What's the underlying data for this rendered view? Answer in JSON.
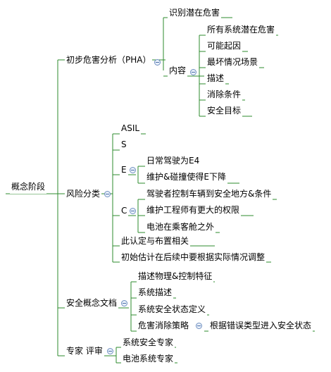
{
  "colors": {
    "line": "#2e8b2e",
    "toggle": "#6f8fc0"
  },
  "root": {
    "label": "概念阶段"
  },
  "pha": {
    "label": "初步危害分析（PHA）",
    "identify": "识别潜在危害",
    "content": {
      "label": "内容",
      "items": [
        "所有系统潜在危害",
        "可能起因",
        "最坏情况场景",
        "描述",
        "消除条件",
        "安全目标"
      ]
    }
  },
  "risk": {
    "label": "风险分类",
    "asil": "ASIL",
    "s": "S",
    "e": {
      "label": "E",
      "items": [
        "日常驾驶为E4",
        "维护&碰撞使得E下降"
      ]
    },
    "c": {
      "label": "C",
      "items": [
        "驾驶者控制车辆到安全地方&条件",
        "维护工程师有更大的权限",
        "电池在乘客舱之外"
      ]
    },
    "note1": "此认定与布置相关",
    "note2": "初始估计在后续中要根据实际情况调整"
  },
  "concept_doc": {
    "label": "安全概念文档",
    "items": [
      "描述物理&控制特征",
      "系统描述",
      "系统安全状态定义"
    ],
    "strategy": {
      "label": "危害消除策略",
      "child": "根据错误类型进入安全状态"
    }
  },
  "review": {
    "label": "专家 评审",
    "items": [
      "系统安全专家",
      "电池系统专家"
    ]
  }
}
